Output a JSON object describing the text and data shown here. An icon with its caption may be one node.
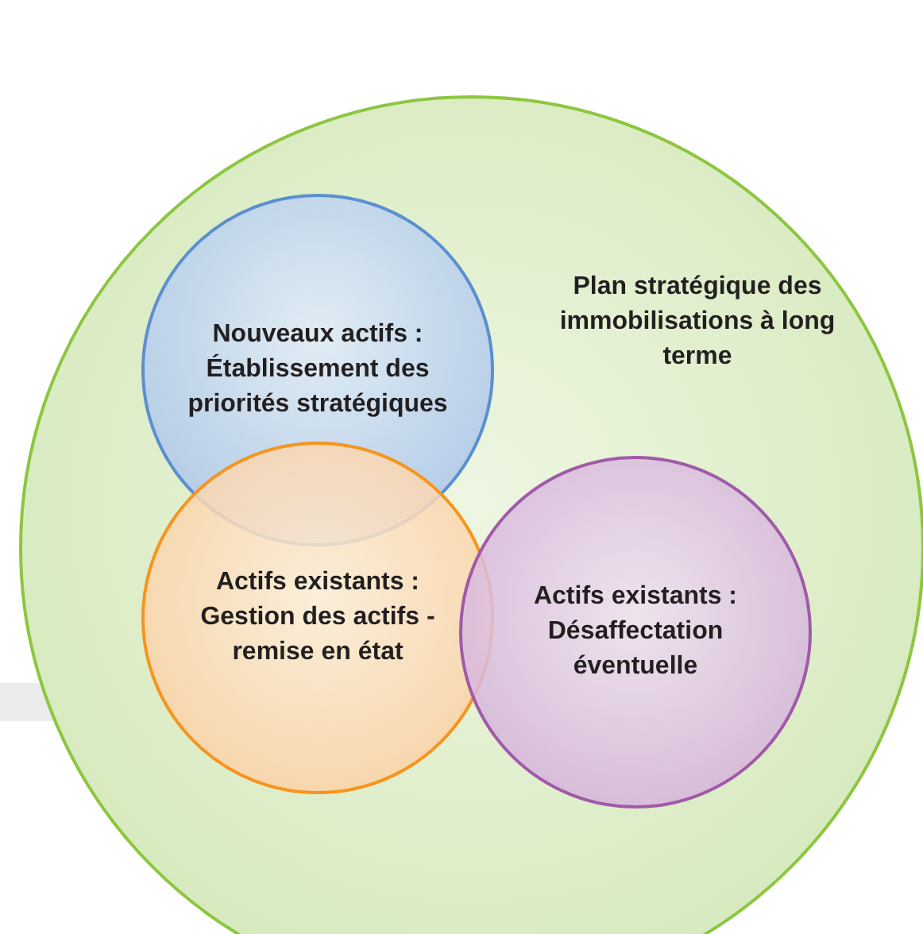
{
  "diagram": {
    "nodes": [
      {
        "text": [
          "Plan stratégique des immobilisations à long terme"
        ]
      },
      {
        "text": [
          "Nouveaux actifs :",
          "Établissement des priorités stratégiques"
        ],
        "in": 0
      },
      {
        "text": [
          "Actifs existants :",
          "Gestion des actifs - remise en état"
        ],
        "in": 0
      },
      {
        "text": [
          "Actifs existants :",
          "Désaffectation éventuelle"
        ],
        "in": 0
      }
    ]
  }
}
